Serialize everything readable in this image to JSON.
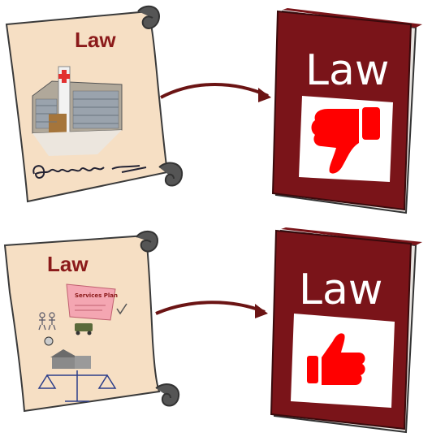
{
  "rows": [
    {
      "scroll": {
        "title": "Law",
        "icons": [
          "hospital-building-icon",
          "signature-icon"
        ]
      },
      "arrow": "arrow-right-icon",
      "book": {
        "title": "Law",
        "icon": "thumbs-down-icon",
        "cover_color": "#7a1419",
        "icon_color": "#ff0000"
      }
    },
    {
      "scroll": {
        "title": "Law",
        "note_title": "Services Plan",
        "icons": [
          "services-plan-note-icon",
          "people-icon",
          "car-icon",
          "house-icon",
          "scales-of-justice-icon",
          "check-mark-icon"
        ]
      },
      "arrow": "arrow-right-icon",
      "book": {
        "title": "Law",
        "icon": "thumbs-up-icon",
        "cover_color": "#7a1419",
        "icon_color": "#ff0000"
      }
    }
  ],
  "colors": {
    "scroll_paper": "#f6dfc4",
    "scroll_outline": "#3a3a3a",
    "scroll_title": "#8b1a1a",
    "arrow": "#6b1414",
    "book_page_edge": "#e8e4e0"
  }
}
